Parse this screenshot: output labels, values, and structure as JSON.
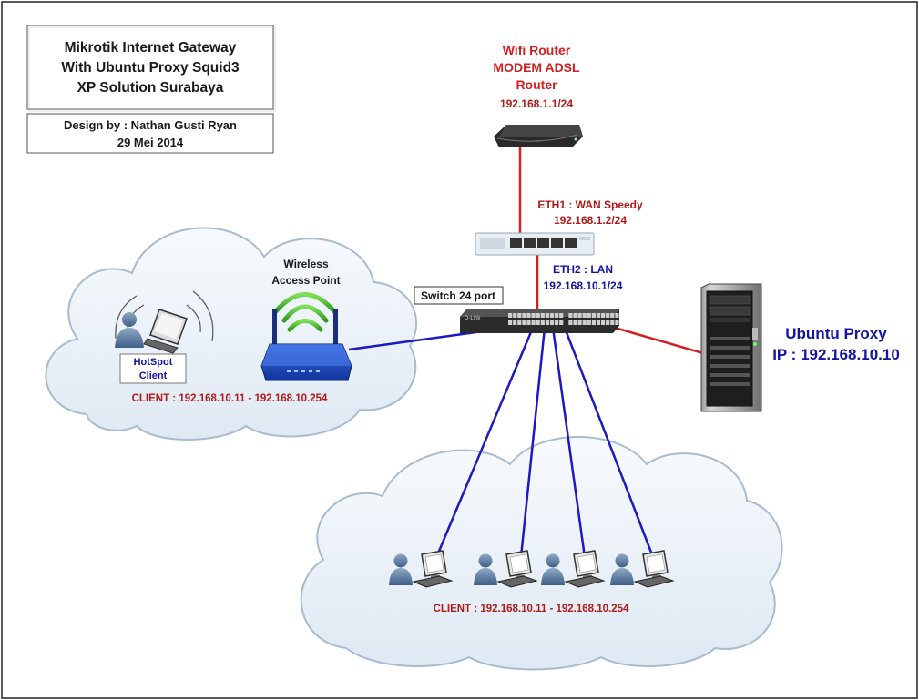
{
  "colors": {
    "red": "#d41f1f",
    "darkred": "#b01a1a",
    "blue": "#1414a0",
    "blue_link": "#1a1ac0",
    "red_link": "#d42020",
    "text_dark": "#1a1a1a",
    "cloud_fill": "#eaf1f8",
    "cloud_stroke": "#a7bccf"
  },
  "title_box": {
    "line1": "Mikrotik Internet Gateway",
    "line2": "With Ubuntu Proxy Squid3",
    "line3": "XP Solution Surabaya"
  },
  "design_box": {
    "line1": "Design by : Nathan Gusti Ryan",
    "line2": "29 Mei 2014"
  },
  "modem": {
    "line1": "Wifi Router",
    "line2": "MODEM ADSL",
    "line3": "Router",
    "ip": "192.168.1.1/24",
    "icon": "adsl-modem-icon"
  },
  "mikrotik": {
    "eth1_label": "ETH1 : WAN Speedy",
    "eth1_ip": "192.168.1.2/24",
    "eth2_label": "ETH2 : LAN",
    "eth2_ip": "192.168.10.1/24",
    "icon": "routerboard-icon"
  },
  "switch": {
    "label": "Switch 24 port",
    "brand": "D-Link",
    "icon": "network-switch-icon"
  },
  "access_point": {
    "line1": "Wireless",
    "line2": "Access Point",
    "icon": "wireless-router-icon"
  },
  "hotspot": {
    "line1": "HotSpot",
    "line2": "Client",
    "icon": "laptop-user-icon"
  },
  "hotspot_range": "CLIENT : 192.168.10.11 - 192.168.10.254",
  "proxy": {
    "line1": "Ubuntu Proxy",
    "line2": "IP : 192.168.10.10",
    "icon": "tower-server-icon"
  },
  "lan_range": "CLIENT : 192.168.10.11 - 192.168.10.254",
  "clients": [
    {
      "icon": "user-workstation-icon"
    },
    {
      "icon": "user-workstation-icon"
    },
    {
      "icon": "user-workstation-icon"
    },
    {
      "icon": "user-workstation-icon"
    }
  ]
}
